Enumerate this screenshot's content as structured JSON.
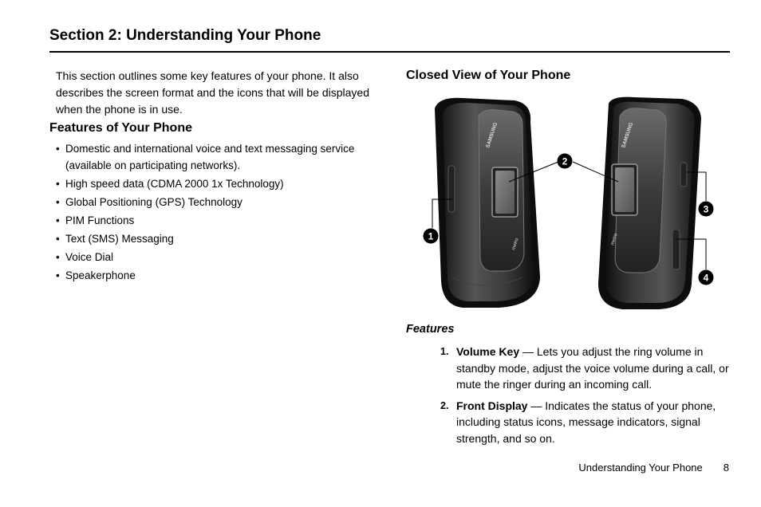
{
  "header": {
    "title": "Section 2: Understanding Your Phone"
  },
  "intro": "This section outlines some key features of your phone. It also describes the screen format and the icons that will be displayed when the phone is in use.",
  "features_heading": "Features of Your Phone",
  "features": [
    "Domestic and international voice and text messaging service (available on participating networks).",
    "High speed data (CDMA 2000 1x Technology)",
    "Global Positioning (GPS) Technology",
    "PIM Functions",
    "Text (SMS) Messaging",
    "Voice Dial",
    "Speakerphone"
  ],
  "closed_view": {
    "heading": "Closed View of Your Phone",
    "brand": "SAMSUNG",
    "carrier": "metro",
    "callouts": [
      "1",
      "2",
      "3",
      "4"
    ]
  },
  "features_sub": {
    "heading": "Features",
    "items": [
      {
        "num": "1.",
        "term": "Volume Key",
        "desc": " — Lets you adjust the ring volume in standby mode, adjust the voice volume during a call, or mute the ringer during an incoming call."
      },
      {
        "num": "2.",
        "term": "Front Display",
        "desc": " — Indicates the status of your phone, including status icons, message indicators, signal strength, and so on."
      }
    ]
  },
  "footer": {
    "label": "Understanding Your Phone",
    "page": "8"
  }
}
